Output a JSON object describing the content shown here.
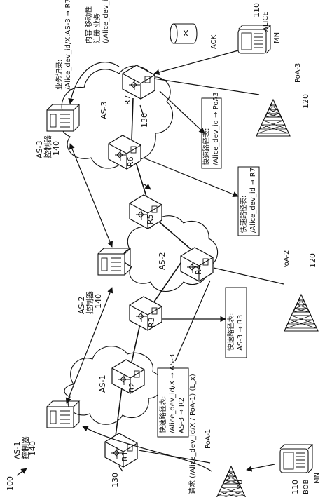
{
  "figure_number": "100",
  "controllers": {
    "as1": {
      "label_line1": "AS-1",
      "label_line2": "控制器",
      "ref": "140"
    },
    "as2": {
      "label_line1": "AS-2",
      "label_line2": "控制器",
      "ref": "140"
    },
    "as3": {
      "label_line1": "AS-3",
      "label_line2": "控制器",
      "ref": "140"
    }
  },
  "domains": {
    "as1": "AS-1",
    "as2": "AS-2",
    "as3": "AS-3"
  },
  "routers": {
    "r1": "R1",
    "r2": "R2",
    "r3": "R3",
    "r4": "R4",
    "r5": "R5",
    "r6": "R6",
    "r7": "R7"
  },
  "router_ref": "130",
  "access_points": {
    "poa1": {
      "label": "PoA-1",
      "ref": "120"
    },
    "poa2": {
      "label": "PoA-2",
      "ref": "120"
    },
    "poa3": {
      "label": "PoA-3",
      "ref": "120"
    }
  },
  "devices": {
    "bob": {
      "ref": "110",
      "name": "BOB",
      "tag": "MN"
    },
    "alice": {
      "ref": "110",
      "name": "ALICE",
      "tag": "MN"
    }
  },
  "content_x": "X",
  "ack": "ACK",
  "service_record": {
    "line1": "业务记录:",
    "line2": "/Alice_dev_id/X:AS-3 → R7"
  },
  "content_registration": {
    "line1": "内容 移动性",
    "line2": "注册 业务",
    "line3": "(/Alice_dev_id/X)"
  },
  "tables": {
    "as3_r7": {
      "title": "快速路径表:",
      "entry": "/Alice_dev_id → PoA3"
    },
    "as3_r6": {
      "title": "快速路径表:",
      "entry": "/Alice_dev_id → R7"
    },
    "as2_r3": {
      "title": "快速路径表:",
      "entry": "AS-3 → R3"
    },
    "as1_r2": {
      "title": "快速路径表:",
      "entry1": "/Alice_dev_id/X → AS-3",
      "entry2": "AS-3 → R2"
    }
  },
  "request": "请求 (/Alice_dev_id/X / PoA-1) (L_x)"
}
